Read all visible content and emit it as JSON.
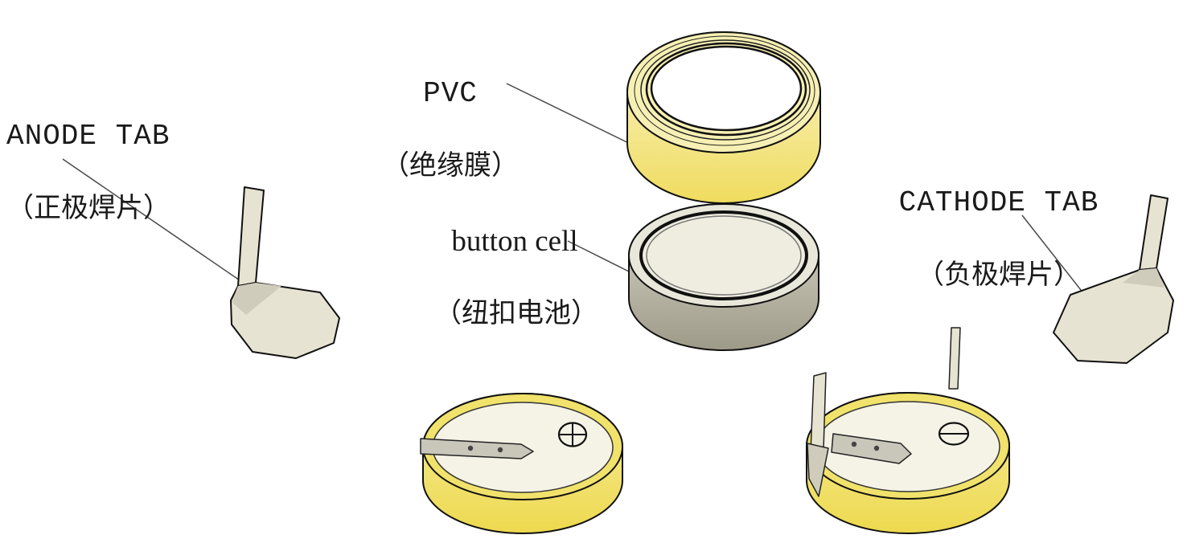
{
  "page": {
    "background": "#FFFFFF"
  },
  "labels": {
    "anode": {
      "title": "ANODE TAB",
      "subtitle": "（正极焊片）"
    },
    "pvc": {
      "title": "PVC",
      "subtitle": "（绝缘膜）"
    },
    "button_cell": {
      "title": "button cell",
      "subtitle": "（纽扣电池）"
    },
    "cathode": {
      "title": "CATHODE TAB",
      "subtitle": "（负极焊片）"
    }
  },
  "symbols": {
    "anode_terminal_icon": "plus-circle",
    "cathode_terminal_icon": "minus-circle"
  },
  "colors": {
    "outline": "#111111",
    "leader_line": "#4a4a4a",
    "pvc_top": "#F7F0B4",
    "pvc_hole": "#FFFFFF",
    "pvc_side_light": "#FBF6D2",
    "pvc_side_dark": "#EFDC5E",
    "cell_top": "#E9E7DA",
    "cell_inner_top": "#EFEDDF",
    "cell_side_light": "#DCD9CC",
    "cell_side_dark": "#9E9A88",
    "disc_rim": "#F0E26B",
    "disc_top": "#F5F3E6",
    "disc_side_light": "#F7EE9E",
    "disc_side_dark": "#EDD94F",
    "tab_fill": "#E6E3D2",
    "tab_shade": "#CFCCBC",
    "weld_tab": "#C9C7BA"
  }
}
